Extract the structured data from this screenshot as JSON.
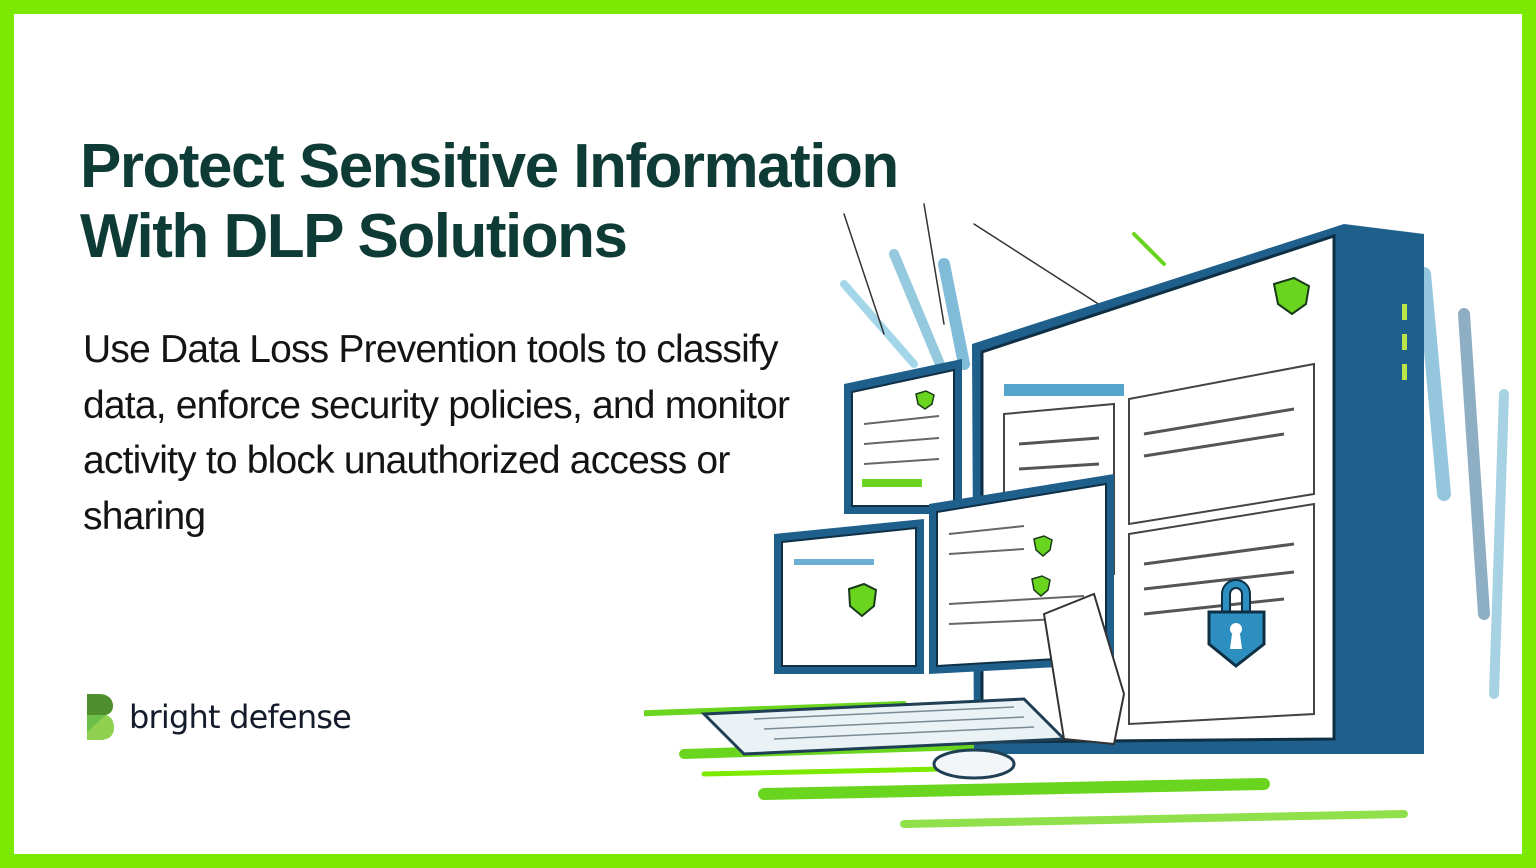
{
  "page": {
    "border_color": "#7bea00",
    "background_color": "#ffffff"
  },
  "headline": {
    "line1": "Protect Sensitive Information",
    "line2": "With DLP Solutions",
    "color": "#0f3b36"
  },
  "description": "Use Data Loss Prevention tools to classify data, enforce security policies, and monitor activity to block unauthorized access or sharing",
  "brand": {
    "name": "bright defense",
    "logo_icon": "bright-defense-b-logo",
    "logo_colors": [
      "#4f8f2e",
      "#6cc04a",
      "#8fd14f"
    ]
  },
  "illustration": {
    "description": "Sketch-style illustration of multiple computer monitors and a laptop showing dashboards with green shield badges and a blue padlock",
    "icons": [
      "monitor-icon",
      "shield-check-icon",
      "padlock-icon",
      "laptop-icon",
      "mouse-icon"
    ],
    "accent_colors": [
      "#1f5f8b",
      "#2c8fbf",
      "#6ad51e"
    ]
  }
}
